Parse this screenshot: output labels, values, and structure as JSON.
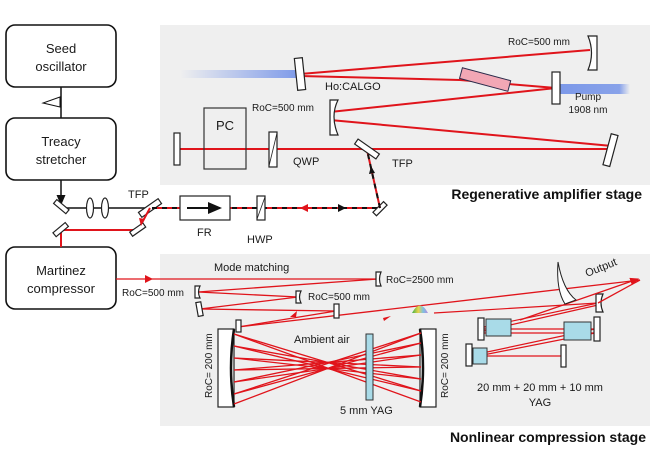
{
  "diagram": {
    "title": "Laser system: regenerative amplifier and nonlinear compression",
    "boxes": {
      "seed": [
        "Seed",
        "oscillator"
      ],
      "stretcher": [
        "Treacy",
        "stretcher"
      ],
      "compressor": [
        "Martinez",
        "compressor"
      ]
    },
    "regen": {
      "stage_label": "Regenerative amplifier stage",
      "pc": "PC",
      "qwp": "QWP",
      "tfp": "TFP",
      "crystal": "Ho:CALGO",
      "roc_top": "RoC=500 mm",
      "roc_left": "RoC=500 mm",
      "pump": [
        "Pump",
        "1908 nm"
      ]
    },
    "injection": {
      "tfp": "TFP",
      "fr": "FR",
      "hwp": "HWP"
    },
    "compression": {
      "stage_label": "Nonlinear compression stage",
      "mode_matching": "Mode matching",
      "roc_2500": "RoC=2500 mm",
      "roc_500_left": "RoC=500 mm",
      "roc_500_mid": "RoC=500 mm",
      "roc_200_left": "RoC= 200 mm",
      "roc_200_right": "RoC= 200 mm",
      "ambient": "Ambient air",
      "yag5": "5 mm YAG",
      "yag_stack": [
        "20 mm + 20 mm + 10 mm",
        "YAG"
      ],
      "output": "Output"
    },
    "colors": {
      "beam": "#e0141b",
      "pump": "#6f8fe8",
      "panel": "#efefef",
      "yag": "#a9dbe8",
      "crystal": "#f2a7b5"
    }
  }
}
